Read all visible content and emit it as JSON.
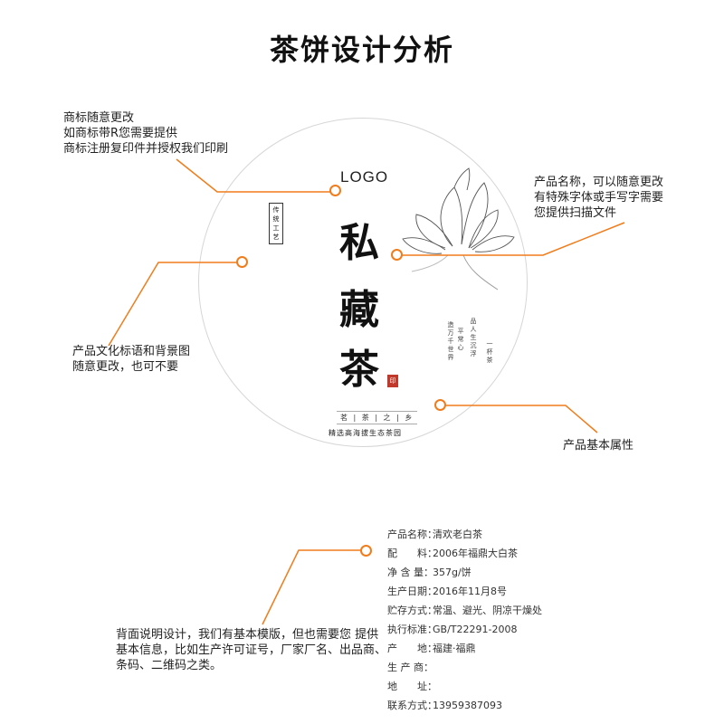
{
  "title": "茶饼设计分析",
  "cake": {
    "logo": "LOGO",
    "name_chars": [
      "私",
      "藏",
      "茶"
    ],
    "tagline": "茗 | 茶 | 之 | 乡",
    "subline": "精选高海拔生态茶园"
  },
  "annotations": {
    "trademark": [
      "商标随意更改",
      "如商标带R您需要提供",
      "商标注册复印件并授权我们印刷"
    ],
    "product_name": [
      "产品名称，可以随意更改",
      "有特殊字体或手写字需要",
      "您提供扫描文件"
    ],
    "culture": [
      "产品文化标语和背景图",
      "随意更改，也可不要"
    ],
    "attributes": [
      "产品基本属性"
    ],
    "back": "背面说明设计，我们有基本模版，但也需要您 提供基本信息，比如生产许可证号，厂家厂名、出品商、条码、二维码之类。"
  },
  "info": [
    {
      "label": "产品名称：",
      "value": "清欢老白茶"
    },
    {
      "label": "配　　料：",
      "value": "2006年福鼎大白茶"
    },
    {
      "label": "净 含 量：",
      "value": "357g/饼"
    },
    {
      "label": "生产日期：",
      "value": "2016年11月8号"
    },
    {
      "label": "贮存方式：",
      "value": "常温、避光、阴凉干燥处"
    },
    {
      "label": "执行标准：",
      "value": "GB/T22291-2008"
    },
    {
      "label": "产　　地：",
      "value": "福建·福鼎"
    },
    {
      "label": "生 产 商：",
      "value": ""
    },
    {
      "label": "地　　址：",
      "value": ""
    },
    {
      "label": "联系方式：",
      "value": "13959387093"
    }
  ],
  "colors": {
    "accent": "#f07c1a",
    "seal": "#c0392b"
  }
}
